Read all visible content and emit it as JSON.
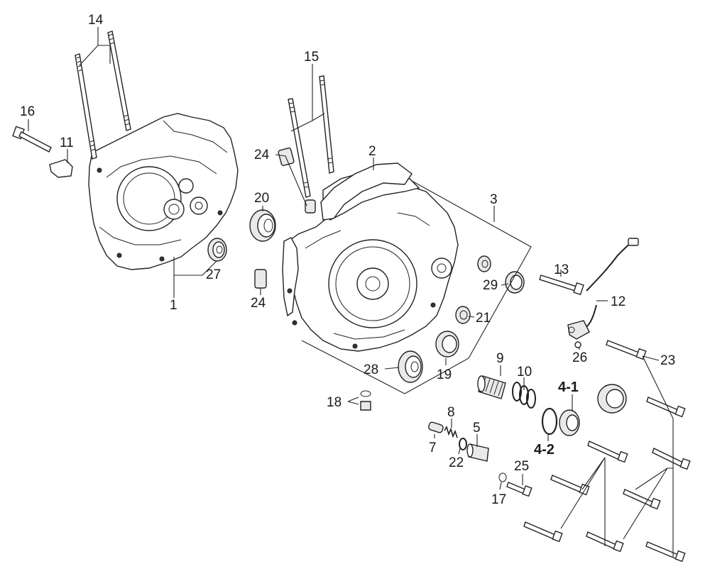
{
  "callouts": [
    {
      "id": "c14",
      "text": "14"
    },
    {
      "id": "c16",
      "text": "16"
    },
    {
      "id": "c11",
      "text": "11"
    },
    {
      "id": "c15",
      "text": "15"
    },
    {
      "id": "c24a",
      "text": "24"
    },
    {
      "id": "c2",
      "text": "2"
    },
    {
      "id": "c20",
      "text": "20"
    },
    {
      "id": "c3",
      "text": "3"
    },
    {
      "id": "c27",
      "text": "27"
    },
    {
      "id": "c1",
      "text": "1"
    },
    {
      "id": "c24b",
      "text": "24"
    },
    {
      "id": "c13",
      "text": "13"
    },
    {
      "id": "c12",
      "text": "12"
    },
    {
      "id": "c29",
      "text": "29"
    },
    {
      "id": "c21",
      "text": "21"
    },
    {
      "id": "c26",
      "text": "26"
    },
    {
      "id": "c23",
      "text": "23"
    },
    {
      "id": "c9",
      "text": "9"
    },
    {
      "id": "c10",
      "text": "10"
    },
    {
      "id": "c4-1",
      "text": "4-1"
    },
    {
      "id": "c28",
      "text": "28"
    },
    {
      "id": "c19",
      "text": "19"
    },
    {
      "id": "c18",
      "text": "18"
    },
    {
      "id": "c8",
      "text": "8"
    },
    {
      "id": "c5",
      "text": "5"
    },
    {
      "id": "c7",
      "text": "7"
    },
    {
      "id": "c22",
      "text": "22"
    },
    {
      "id": "c4-2",
      "text": "4-2"
    },
    {
      "id": "c25",
      "text": "25"
    },
    {
      "id": "c17",
      "text": "17"
    }
  ]
}
